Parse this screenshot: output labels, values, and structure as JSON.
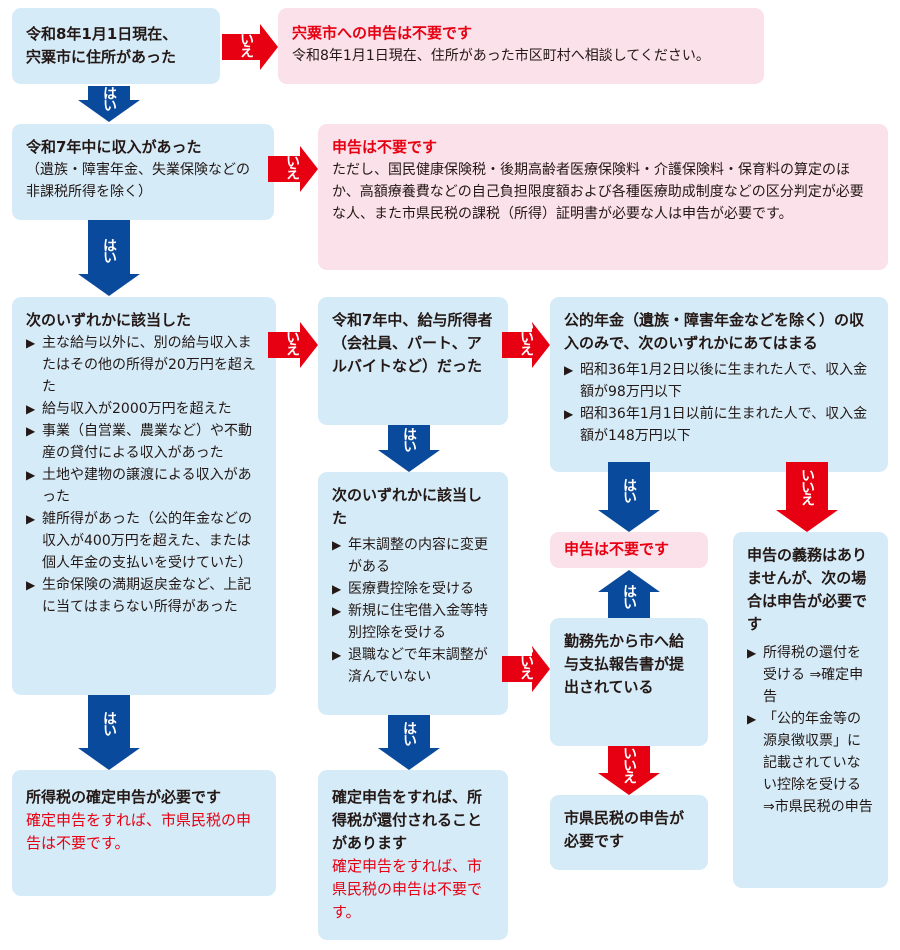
{
  "labels": {
    "yes": "はい",
    "no": "いいえ"
  },
  "q1": {
    "title_l1": "令和8年1月1日現在、",
    "title_l2": "宍粟市に住所があった"
  },
  "r1": {
    "title": "宍粟市への申告は不要です",
    "body": "令和8年1月1日現在、住所があった市区町村へ相談してください。"
  },
  "q2": {
    "title": "令和7年中に収入があった",
    "body": "（遺族・障害年金、失業保険などの非課税所得を除く）"
  },
  "r2": {
    "title": "申告は不要です",
    "body": "ただし、国民健康保険税・後期高齢者医療保険料・介護保険料・保育料の算定のほか、高額療養費などの自己負担限度額および各種医療助成制度などの区分判定が必要な人、また市県民税の課税（所得）証明書が必要な人は申告が必要です。"
  },
  "q3": {
    "title": "次のいずれかに該当した",
    "items": [
      "主な給与以外に、別の給与収入またはその他の所得が20万円を超えた",
      "給与収入が2000万円を超えた",
      "事業（自営業、農業など）や不動産の貸付による収入があった",
      "土地や建物の譲渡による収入があった",
      "雑所得があった（公的年金などの収入が400万円を超えた、または個人年金の支払いを受けていた）",
      "生命保険の満期返戻金など、上記に当てはまらない所得があった"
    ]
  },
  "q4": {
    "title": "令和7年中、給与所得者（会社員、パート、アルバイトなど）だった"
  },
  "q5": {
    "title": "公的年金（遺族・障害年金などを除く）の収入のみで、次のいずれかにあてはまる",
    "items": [
      "昭和36年1月2日以後に生まれた人で、収入金額が98万円以下",
      "昭和36年1月1日以前に生まれた人で、収入金額が148万円以下"
    ]
  },
  "q6": {
    "title": "次のいずれかに該当した",
    "items": [
      "年末調整の内容に変更がある",
      "医療費控除を受ける",
      "新規に住宅借入金等特別控除を受ける",
      "退職などで年末調整が済んでいない"
    ]
  },
  "q7": {
    "title": "勤務先から市へ給与支払報告書が提出されている"
  },
  "r3": {
    "title": "申告は不要です"
  },
  "r4": {
    "title": "市県民税の申告が必要です"
  },
  "r5": {
    "title": "申告の義務はありませんが、次の場合は申告が必要です",
    "items": [
      "所得税の還付を受ける ⇒確定申告",
      "「公的年金等の源泉徴収票」に記載されていない控除を受ける ⇒市県民税の申告"
    ]
  },
  "r6": {
    "title": "所得税の確定申告が必要です",
    "note": "確定申告をすれば、市県民税の申告は不要です。"
  },
  "r7": {
    "title": "確定申告をすれば、所得税が還付されることがあります",
    "note": "確定申告をすれば、市県民税の申告は不要です。"
  },
  "colors": {
    "box": "#d5ebf8",
    "pink": "#fbe1ea",
    "red": "#e60012",
    "blue": "#0a4a9c"
  }
}
